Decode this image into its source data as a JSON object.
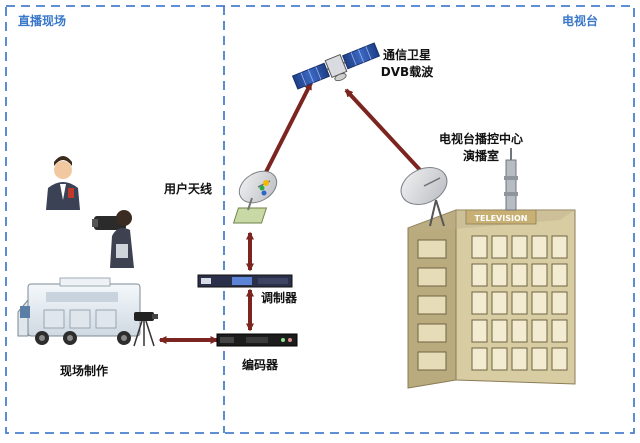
{
  "regions": {
    "left_title": "直播现场",
    "right_title": "电视台"
  },
  "labels": {
    "satellite_line1": "通信卫星",
    "satellite_line2": "DVB载波",
    "station_line1": "电视台播控中心",
    "station_line2": "演播室",
    "user_antenna": "用户天线",
    "modulator": "调制器",
    "encoder": "编码器",
    "onsite_production": "现场制作",
    "building_sign": "TELEVISION"
  },
  "colors": {
    "frame_dash": "#4a7fcf",
    "region_text": "#3a78c9",
    "link_arrow": "#7b2420",
    "building_front": "#d8cca2",
    "building_side": "#b9ab7e",
    "building_roof": "#bfb08a",
    "sign_bg": "#c8b075"
  },
  "icons": [
    "satellite-icon",
    "satellite-dish-icon",
    "user-antenna-icon",
    "modulator-device-icon",
    "encoder-device-icon",
    "ob-van-icon",
    "camera-tripod-icon",
    "cameraman-icon",
    "reporter-icon",
    "tv-building-icon",
    "radio-tower-icon"
  ]
}
